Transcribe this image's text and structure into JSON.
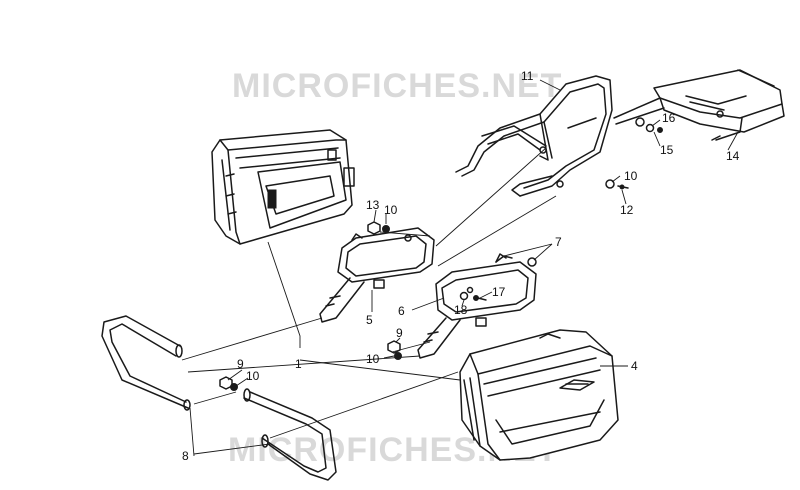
{
  "watermark": {
    "top_text": "MICROFICHES.NET",
    "bottom_text": "MICROFICHES.NET"
  },
  "callouts": {
    "c1": "1",
    "c4": "4",
    "c5": "5",
    "c6": "6",
    "c7": "7",
    "c8": "8",
    "c9a": "9",
    "c9b": "9",
    "c10a": "10",
    "c10b": "10",
    "c10c": "10",
    "c10d": "10",
    "c11": "11",
    "c12": "12",
    "c13": "13",
    "c14": "14",
    "c15": "15",
    "c16": "16",
    "c17": "17",
    "c18": "18"
  }
}
